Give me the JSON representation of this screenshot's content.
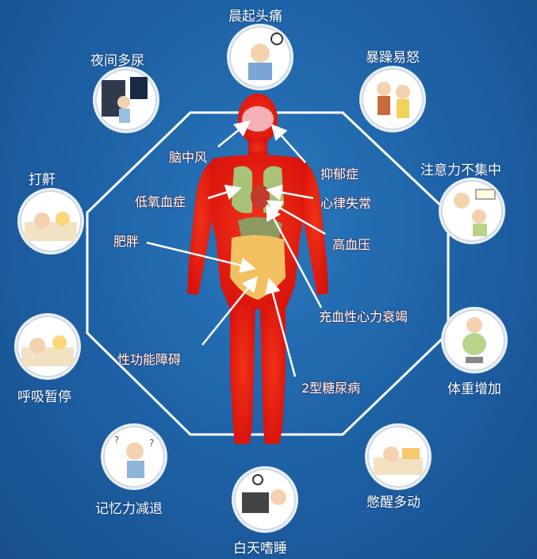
{
  "symptoms": [
    {
      "label": "晨起头痛",
      "icon": "morning-headache-icon"
    },
    {
      "label": "暴躁易怒",
      "icon": "irritability-icon"
    },
    {
      "label": "注意力不集中",
      "icon": "poor-concentration-icon"
    },
    {
      "label": "体重增加",
      "icon": "weight-gain-icon"
    },
    {
      "label": "憋醒多动",
      "icon": "choking-awake-icon"
    },
    {
      "label": "白天嗜睡",
      "icon": "daytime-sleepiness-icon"
    },
    {
      "label": "记忆力减退",
      "icon": "memory-loss-icon"
    },
    {
      "label": "呼吸暂停",
      "icon": "apnea-icon"
    },
    {
      "label": "打鼾",
      "icon": "snoring-icon"
    },
    {
      "label": "夜间多尿",
      "icon": "nocturia-icon"
    }
  ],
  "conditions": [
    {
      "label": "脑中风"
    },
    {
      "label": "抑郁症"
    },
    {
      "label": "低氧血症"
    },
    {
      "label": "心律失常"
    },
    {
      "label": "高血压"
    },
    {
      "label": "肥胖"
    },
    {
      "label": "充血性心力衰竭"
    },
    {
      "label": "性功能障碍"
    },
    {
      "label": "2型糖尿病"
    }
  ],
  "colors": {
    "background": "#1f63a8",
    "body": "#e11d10",
    "brain": "#f6b0b8",
    "lungs": "#a9c27a",
    "intestine": "#f2c060",
    "outline": "#ffffff"
  }
}
